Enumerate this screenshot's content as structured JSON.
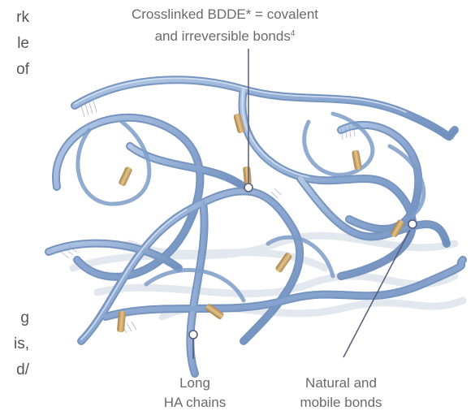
{
  "left_text_fragments": {
    "top_lines": [
      "rk",
      "le",
      "of"
    ],
    "bottom_lines": [
      "g",
      "is,",
      "d/"
    ]
  },
  "labels": {
    "crosslink_line1": "Crosslinked BDDE* = covalent",
    "crosslink_line2": "and irreversible bonds",
    "crosslink_ref": "4",
    "chains_line1": "Long",
    "chains_line2": "HA chains",
    "bonds_line1": "Natural and",
    "bonds_line2": "mobile bonds"
  },
  "colors": {
    "ribbon": "#93b0d6",
    "ribbon_dark": "#6f8fbd",
    "ribbon_light": "#c9d9ee",
    "crosslink": "#c9a46a",
    "leader": "#545a78"
  }
}
